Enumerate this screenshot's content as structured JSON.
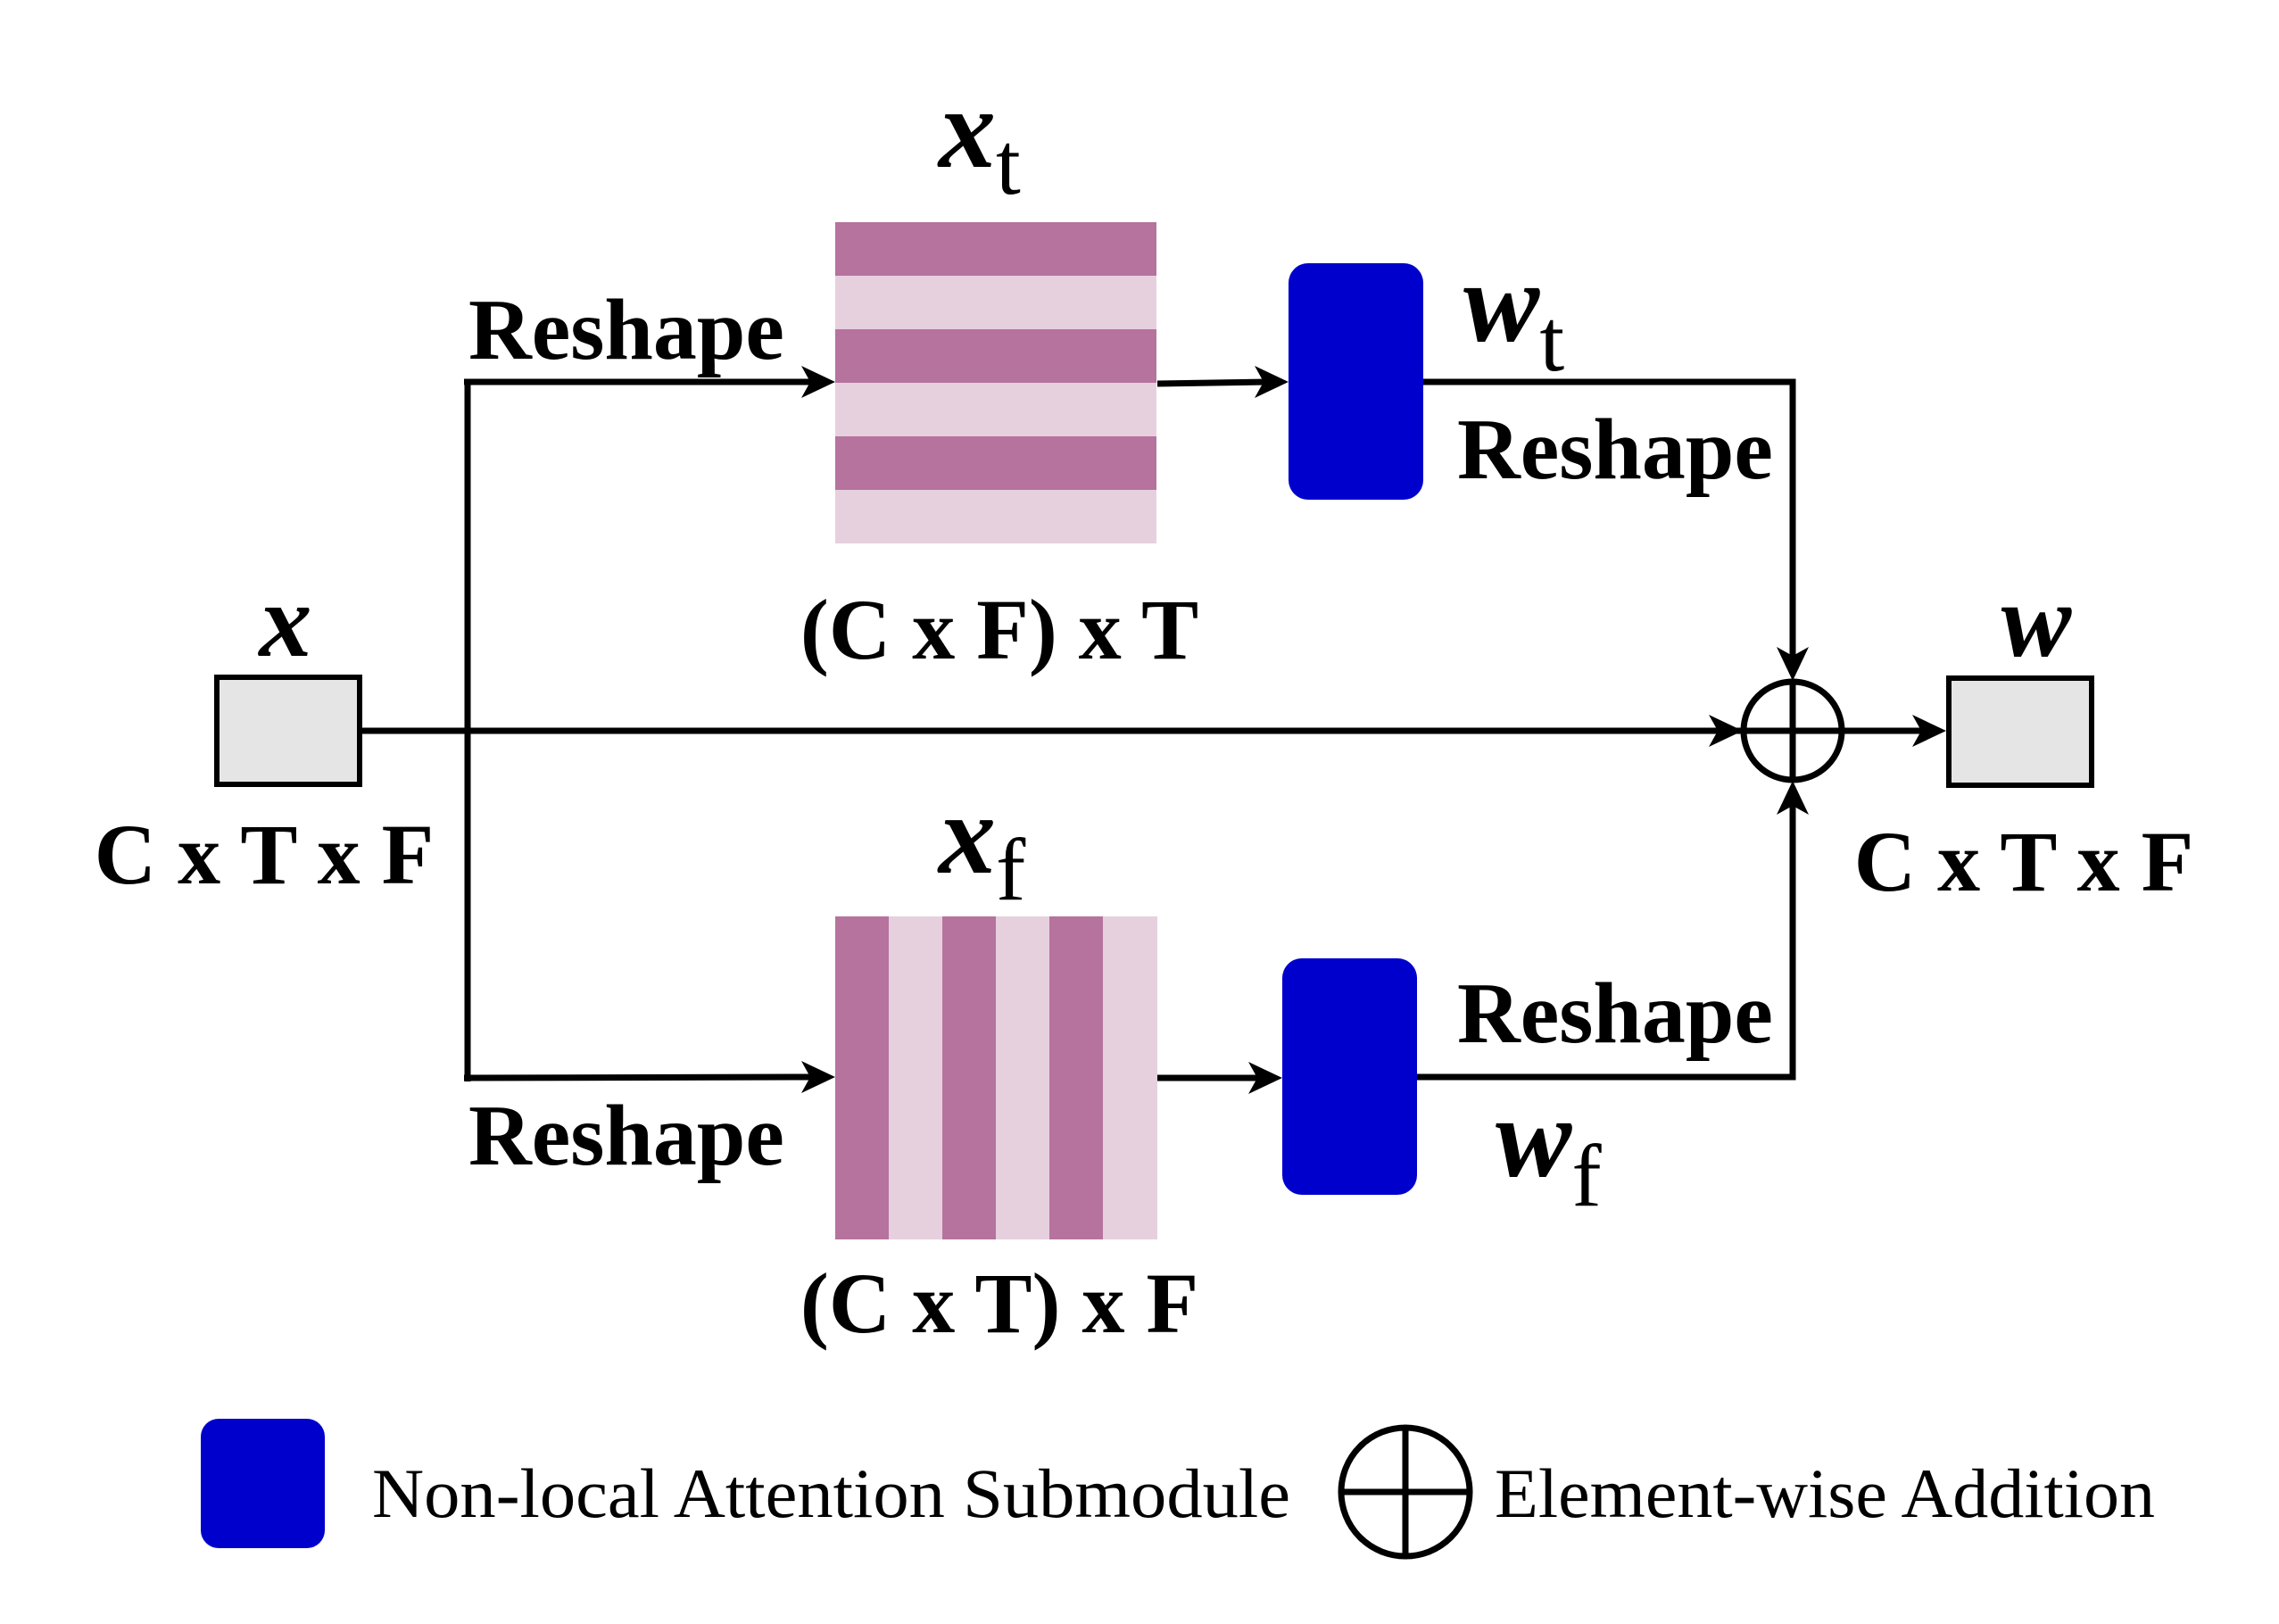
{
  "diagram": {
    "input": {
      "symbol": "x",
      "shape_label": "C x T x F"
    },
    "top_branch": {
      "reshape_in_label": "Reshape",
      "tensor_symbol": "x",
      "tensor_subscript": "t",
      "tensor_shape_label": "(C x F) x T",
      "output_symbol": "w",
      "output_subscript": "t",
      "reshape_out_label": "Reshape"
    },
    "bottom_branch": {
      "reshape_in_label": "Reshape",
      "tensor_symbol": "x",
      "tensor_subscript": "f",
      "tensor_shape_label": "(C x T) x F",
      "output_symbol": "w",
      "output_subscript": "f",
      "reshape_out_label": "Reshape"
    },
    "output": {
      "symbol": "w",
      "shape_label": "C x T x F"
    },
    "legend": {
      "attention_label": "Non-local Attention Submodule",
      "addition_label": "Element-wise Addition"
    },
    "colors": {
      "attention_block": "#0000CC",
      "stripe_dark": "#B5739D",
      "stripe_light": "#E6D0DE",
      "io_box_fill": "#E5E5E5",
      "line": "#000000"
    }
  }
}
